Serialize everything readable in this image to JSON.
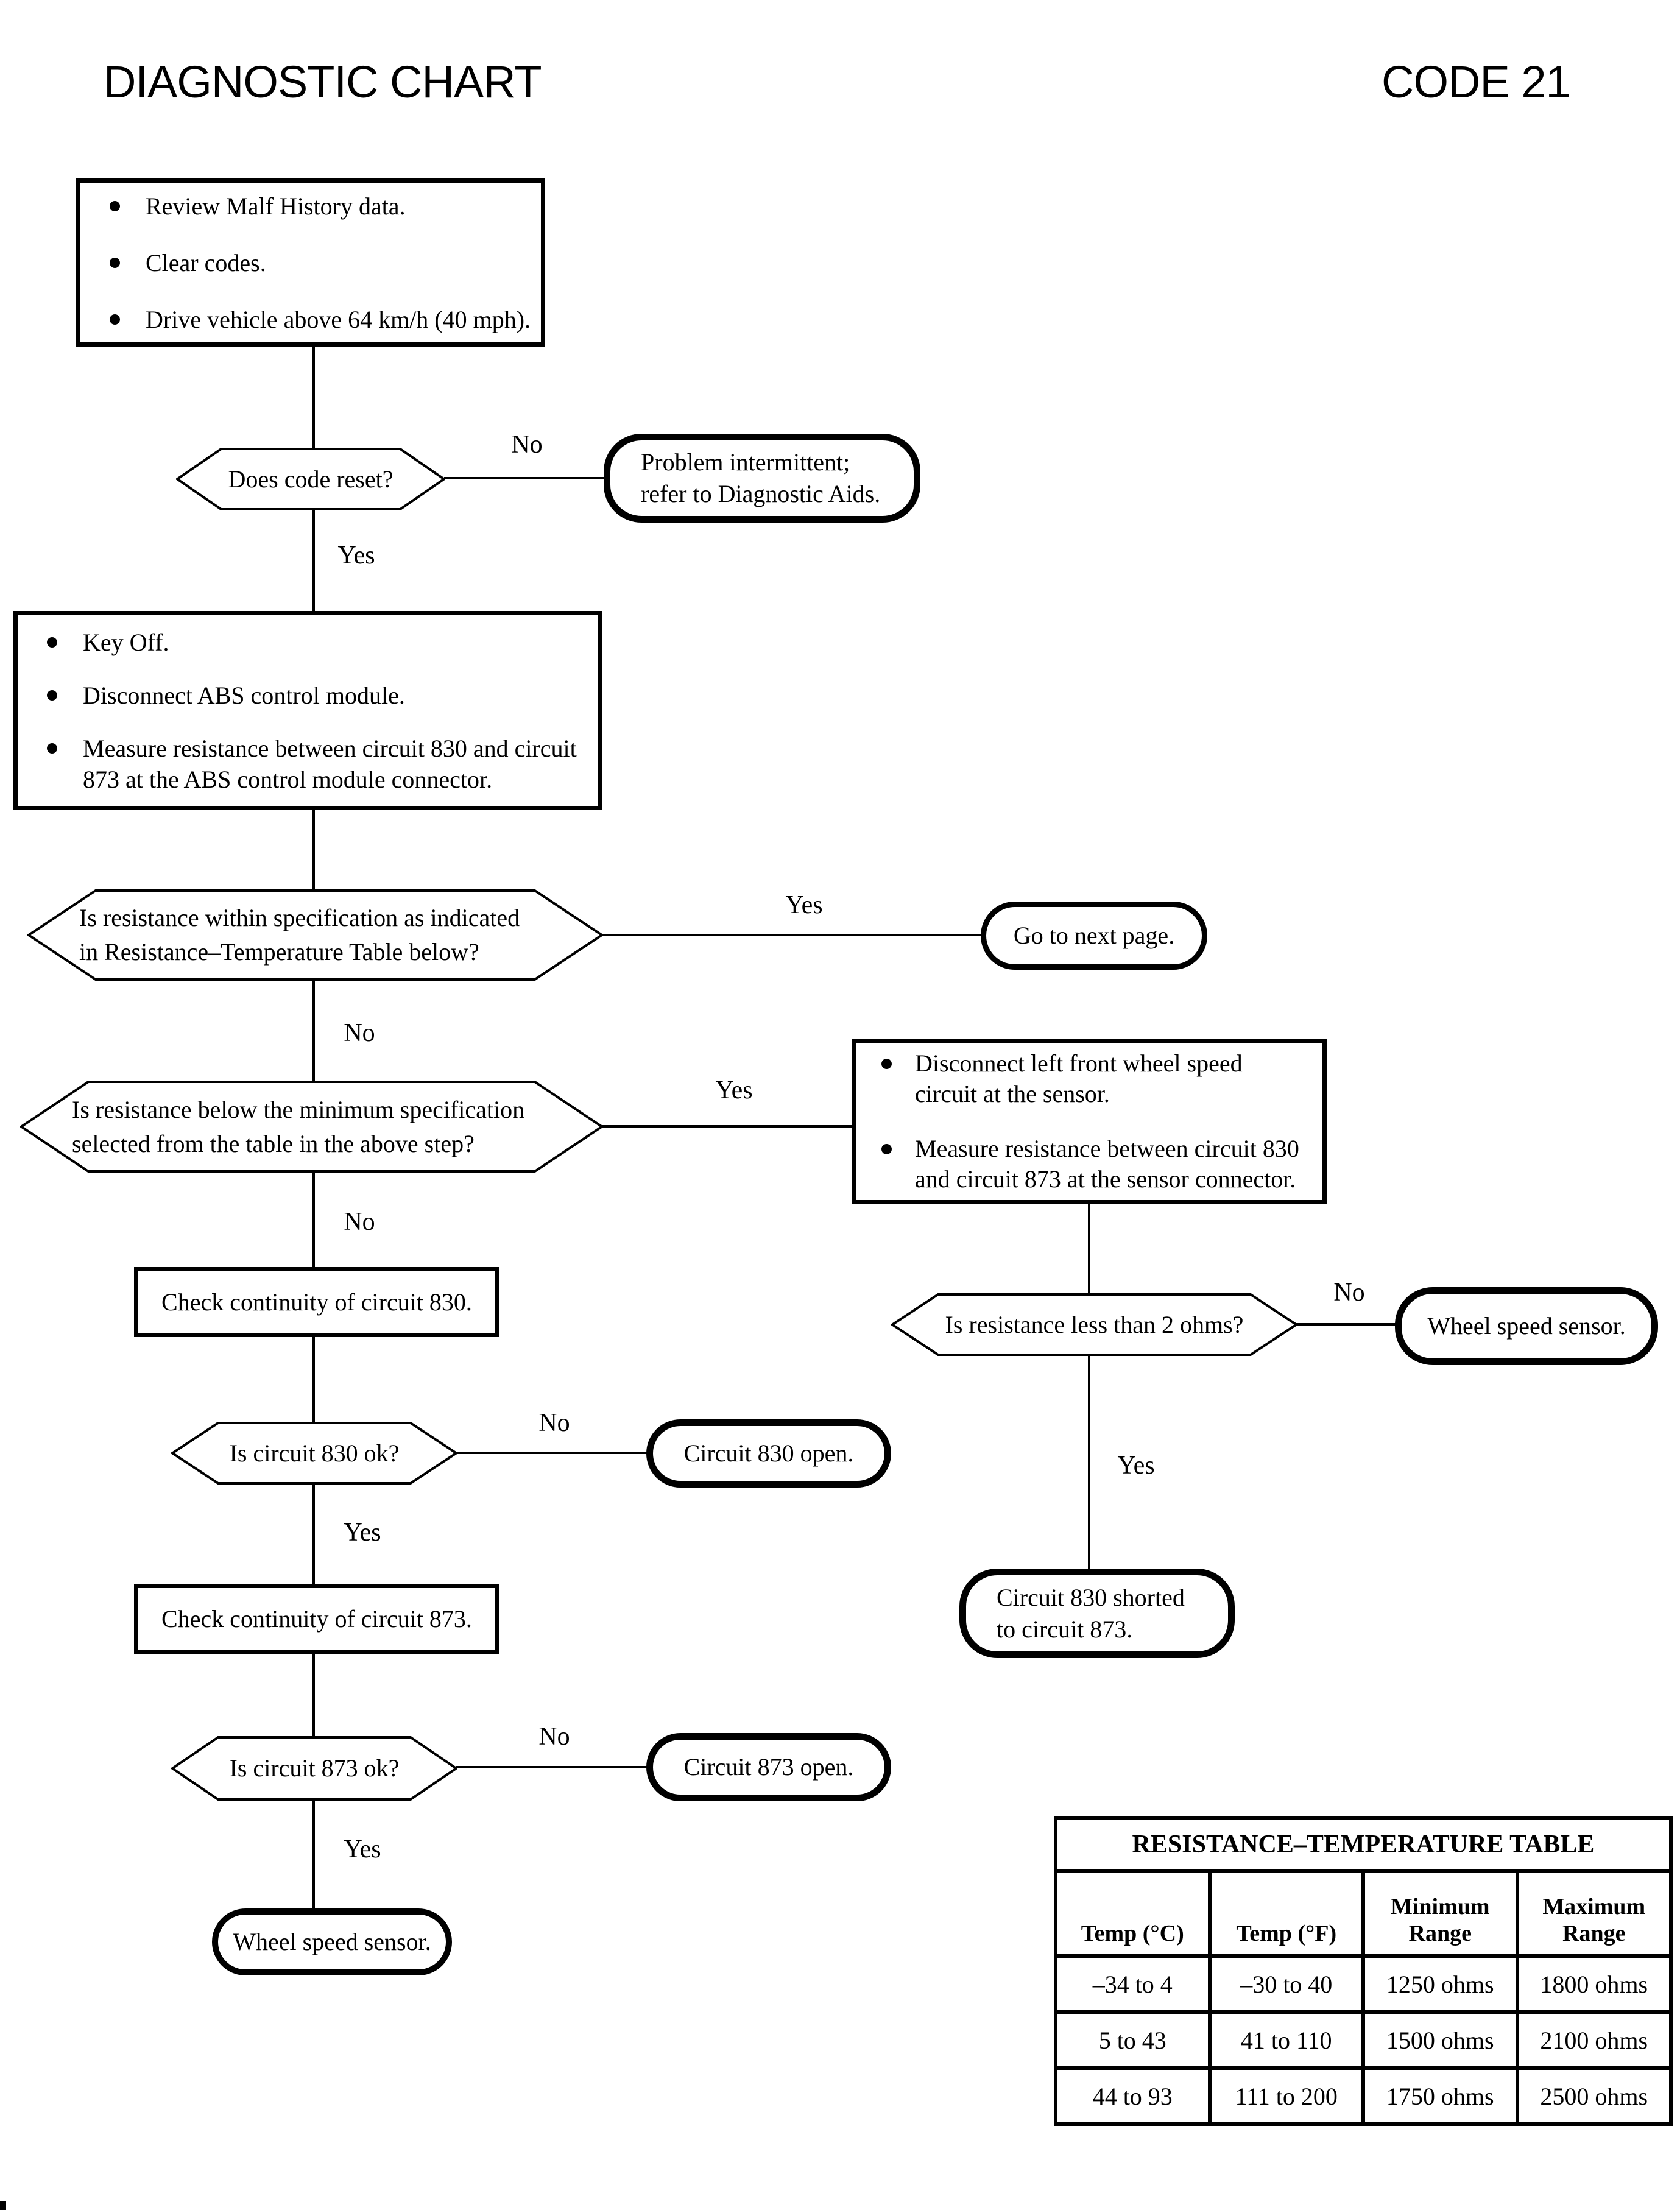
{
  "header": {
    "title": "DIAGNOSTIC CHART",
    "code": "CODE 21"
  },
  "flow": {
    "box_initial": {
      "items": [
        [
          "Review Malf History data."
        ],
        [
          "Clear codes."
        ],
        [
          "Drive vehicle above 64 km/h (40 mph)."
        ]
      ]
    },
    "hex_code_reset": {
      "label": "Does code reset?",
      "no": "No",
      "yes": "Yes"
    },
    "term_intermittent": {
      "lines": [
        "Problem intermittent;",
        "refer to Diagnostic Aids."
      ]
    },
    "box_key_off": {
      "items": [
        [
          "Key Off."
        ],
        [
          "Disconnect ABS control module."
        ],
        [
          "Measure resistance between circuit 830 and circuit",
          "873 at the ABS control module connector."
        ]
      ]
    },
    "hex_within_spec": {
      "lines": [
        "Is resistance within specification as indicated",
        "in Resistance–Temperature Table below?"
      ],
      "yes": "Yes",
      "no": "No"
    },
    "term_next_page": {
      "label": "Go to next page."
    },
    "hex_below_min": {
      "lines": [
        "Is resistance below the minimum specification",
        "selected from the table in the above step?"
      ],
      "yes": "Yes",
      "no": "No"
    },
    "box_sensor_check": {
      "items": [
        [
          "Disconnect left front wheel speed",
          "circuit at the sensor."
        ],
        [
          "Measure resistance between circuit 830",
          "and circuit 873 at the sensor connector."
        ]
      ]
    },
    "box_check_830": {
      "label": "Check continuity of circuit 830."
    },
    "hex_less_2_ohms": {
      "label": "Is resistance less than 2 ohms?",
      "no": "No",
      "yes": "Yes"
    },
    "term_wheel_sensor_right": {
      "label": "Wheel speed sensor."
    },
    "hex_830_ok": {
      "label": "Is circuit 830 ok?",
      "no": "No",
      "yes": "Yes"
    },
    "term_830_open": {
      "label": "Circuit 830 open."
    },
    "term_830_shorted": {
      "lines": [
        "Circuit 830 shorted",
        "to circuit 873."
      ]
    },
    "box_check_873": {
      "label": "Check continuity of circuit 873."
    },
    "hex_873_ok": {
      "label": "Is circuit 873 ok?",
      "no": "No",
      "yes": "Yes"
    },
    "term_873_open": {
      "label": "Circuit 873 open."
    },
    "term_wheel_sensor_bottom": {
      "label": "Wheel speed sensor."
    }
  },
  "table": {
    "title": "RESISTANCE–TEMPERATURE TABLE",
    "columns": [
      [
        "Temp (°C)"
      ],
      [
        "Temp (°F)"
      ],
      [
        "Minimum",
        "Range"
      ],
      [
        "Maximum",
        "Range"
      ]
    ],
    "rows": [
      [
        "–34 to 4",
        "–30 to 40",
        "1250 ohms",
        "1800 ohms"
      ],
      [
        "5 to 43",
        "41 to 110",
        "1500 ohms",
        "2100 ohms"
      ],
      [
        "44 to 93",
        "111 to 200",
        "1750 ohms",
        "2500 ohms"
      ]
    ]
  }
}
